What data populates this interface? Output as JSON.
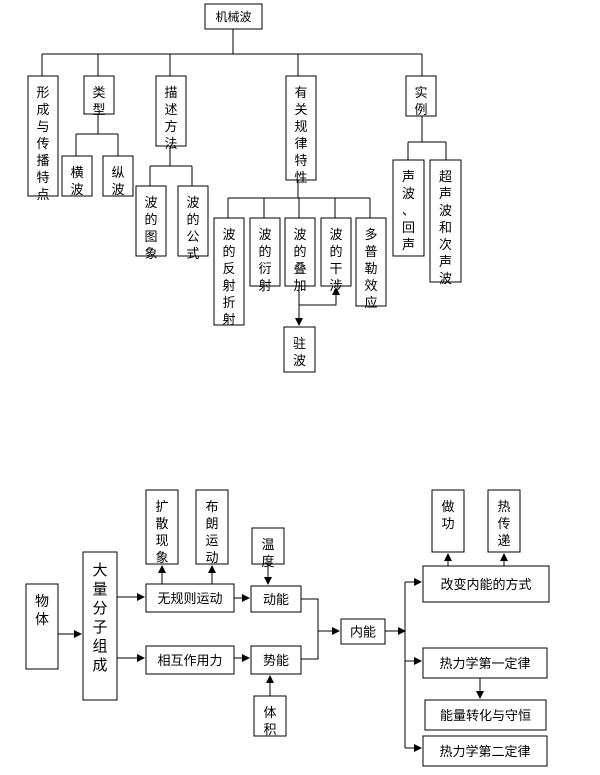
{
  "diagram_top": {
    "root": "机械波",
    "categories": [
      "形成与传播特点",
      "类型",
      "描述方法",
      "有关规律特性",
      "实例"
    ],
    "types": [
      "横波",
      "纵波"
    ],
    "methods": [
      "波的图象",
      "波的公式"
    ],
    "rules": [
      "波的反射折射",
      "波的衍射",
      "波的叠加",
      "波的干涉",
      "多普勒效应"
    ],
    "rules_result": "驻波",
    "examples": [
      "声波、回声",
      "超声波和次声波"
    ]
  },
  "diagram_bottom": {
    "object": "物体",
    "composition": "大量分子组成",
    "motion": "无规则运动",
    "force": "相互作用力",
    "diffusion": "扩散现象",
    "brownian": "布朗运动",
    "temperature": "温度",
    "volume": "体积",
    "kinetic": "动能",
    "potential": "势能",
    "internal": "内能",
    "change_ways": "改变内能的方式",
    "work": "做功",
    "heat_transfer": "热传递",
    "first_law": "热力学第一定律",
    "conservation": "能量转化与守恒",
    "second_law": "热力学第二定律"
  }
}
